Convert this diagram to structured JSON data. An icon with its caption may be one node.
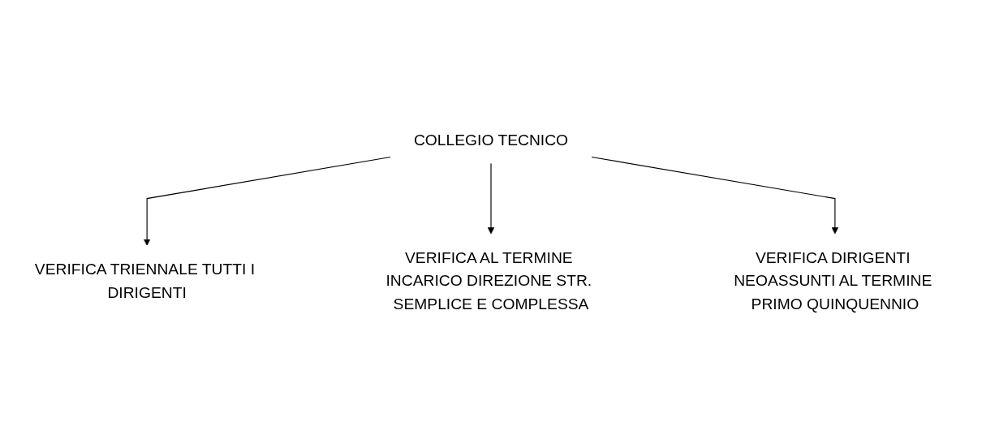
{
  "diagram": {
    "nodes": [
      {
        "text": [
          "COLLEGIO TECNICO"
        ]
      },
      {
        "text": [
          "VERIFICA TRIENNALE TUTTI I DIRIGENTI"
        ]
      },
      {
        "text": [
          "VERIFICA AL TERMINE INCARICO DIREZIONE STR. SEMPLICE E COMPLESSA"
        ]
      },
      {
        "text": [
          "VERIFICA DIRIGENTI NEOASSUNTI AL TERMINE PRIMO QUINQUENNIO"
        ]
      }
    ],
    "edges": [
      {
        "from": 0,
        "to": 1,
        "arrow": "to"
      },
      {
        "from": 0,
        "to": 2,
        "arrow": "to"
      },
      {
        "from": 0,
        "to": 3,
        "arrow": "to"
      }
    ]
  }
}
